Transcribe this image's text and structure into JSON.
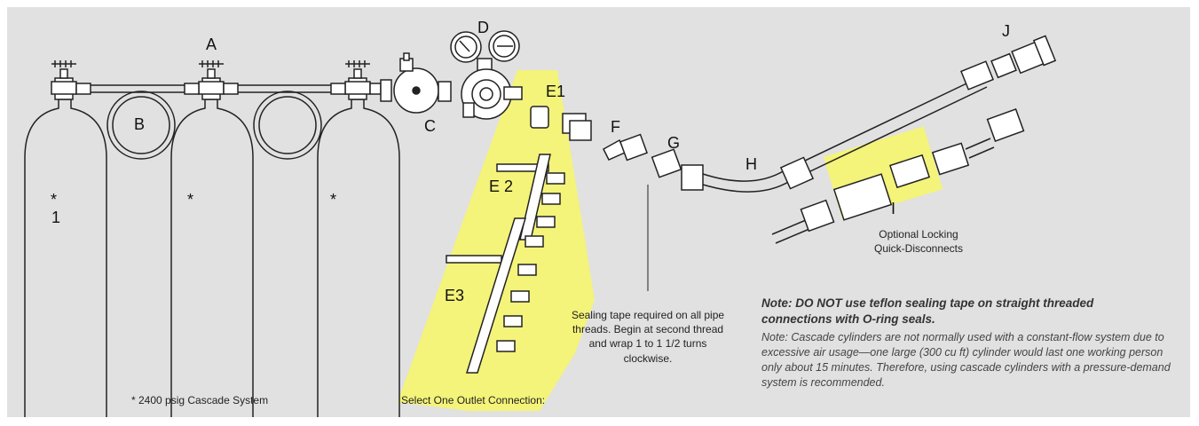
{
  "labels": {
    "A": "A",
    "B": "B",
    "C": "C",
    "D": "D",
    "E1": "E1",
    "E2": "E 2",
    "E3": "E3",
    "F": "F",
    "G": "G",
    "H": "H",
    "I": "I",
    "J": "J",
    "star1": "*",
    "cyl1_num": "1",
    "star2": "*",
    "star3": "*"
  },
  "captions": {
    "cascade_system": "* 2400 psig Cascade System",
    "select_outlet": "Select One Outlet Connection:",
    "sealing_tape": "Sealing tape required on all pipe threads. Begin at second thread and wrap 1 to 1 1/2 turns clockwise.",
    "optional_locking": "Optional Locking Quick-Disconnects"
  },
  "notes": {
    "warning": "Note: DO NOT use teflon sealing tape on straight threaded connections with O-ring seals.",
    "usage": "Note: Cascade cylinders are not normally used with a constant-flow system due to excessive air usage—one large (300 cu ft) cylinder would last one working person only about 15 minutes. Therefore, using cascade cylinders with a pressure-demand system is recommended."
  },
  "colors": {
    "background": "#e1e1e1",
    "highlight": "#f4f37a",
    "line": "#222222"
  }
}
